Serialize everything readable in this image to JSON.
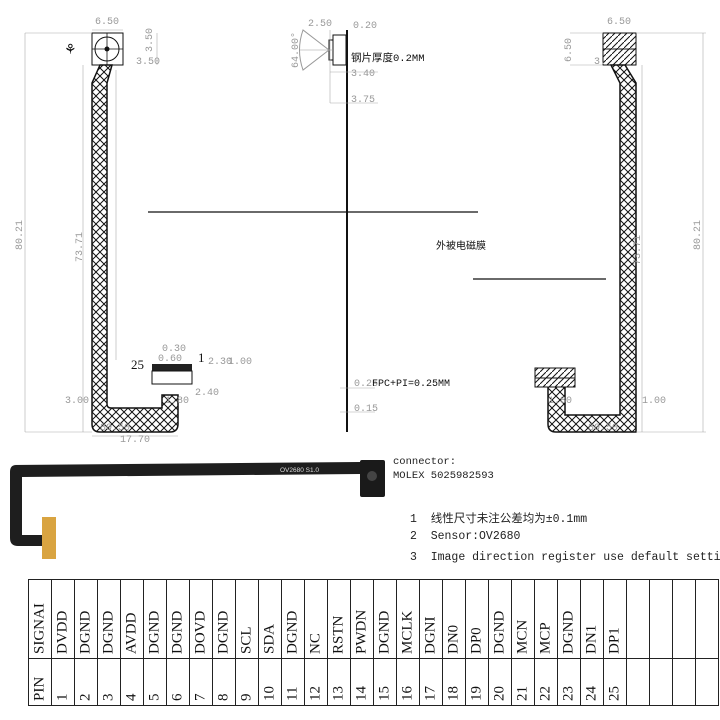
{
  "drawing": {
    "left_view": {
      "dims": [
        "6.50",
        "3.50",
        "3.50",
        "80.21",
        "73.71",
        "0.30",
        "0.60",
        "2.30",
        "1.00",
        "2.40",
        "1.80",
        "3.00",
        "80.50",
        "17.70"
      ],
      "pin_first": "1",
      "pin_last": "25"
    },
    "side_view": {
      "dims": [
        "2.50",
        "0.20",
        "64.00°",
        "3.40",
        "3.75",
        "0.25",
        "0.15"
      ],
      "steel_note": "钢片厚度0.2MM",
      "fpc_note": "FPC+PI=0.25MM",
      "emi_film": "外被电磁膜"
    },
    "right_view": {
      "dims": [
        "6.50",
        "6.50",
        "3.",
        "80.21",
        "73.71",
        "1.80",
        "1.00",
        "80.50"
      ]
    },
    "colors": {
      "line": "#111111",
      "dim": "#999999",
      "fpc": "#1e1e1e",
      "connector": "#d9a441"
    }
  },
  "photo": {
    "fpc_print": "OV2680 S1.0"
  },
  "connector": {
    "line1": "connector:",
    "line2": "MOLEX 5025982593"
  },
  "notes": [
    {
      "num": "1",
      "text": "线性尺寸未注公差均为±0.1mm"
    },
    {
      "num": "2",
      "text": "Sensor:OV2680"
    },
    {
      "num": "3",
      "text": "Image direction register use default settings."
    }
  ],
  "pin_table": {
    "signal_header": "SIGNAI",
    "pin_header": "PIN",
    "signals": [
      "DVDD",
      "DGND",
      "DGND",
      "AVDD",
      "DGND",
      "DGND",
      "DOVD",
      "DGND",
      "SCL",
      "SDA",
      "DGND",
      "NC",
      "RSTN",
      "PWDN",
      "DGND",
      "MCLK",
      "DGNI",
      "DN0",
      "DP0",
      "DGND",
      "MCN",
      "MCP",
      "DGND",
      "DN1",
      "DP1",
      "",
      "",
      "",
      ""
    ],
    "pins": [
      "1",
      "2",
      "3",
      "4",
      "5",
      "6",
      "7",
      "8",
      "9",
      "10",
      "11",
      "12",
      "13",
      "14",
      "15",
      "16",
      "17",
      "18",
      "19",
      "20",
      "21",
      "22",
      "23",
      "24",
      "25",
      "",
      "",
      "",
      ""
    ]
  }
}
